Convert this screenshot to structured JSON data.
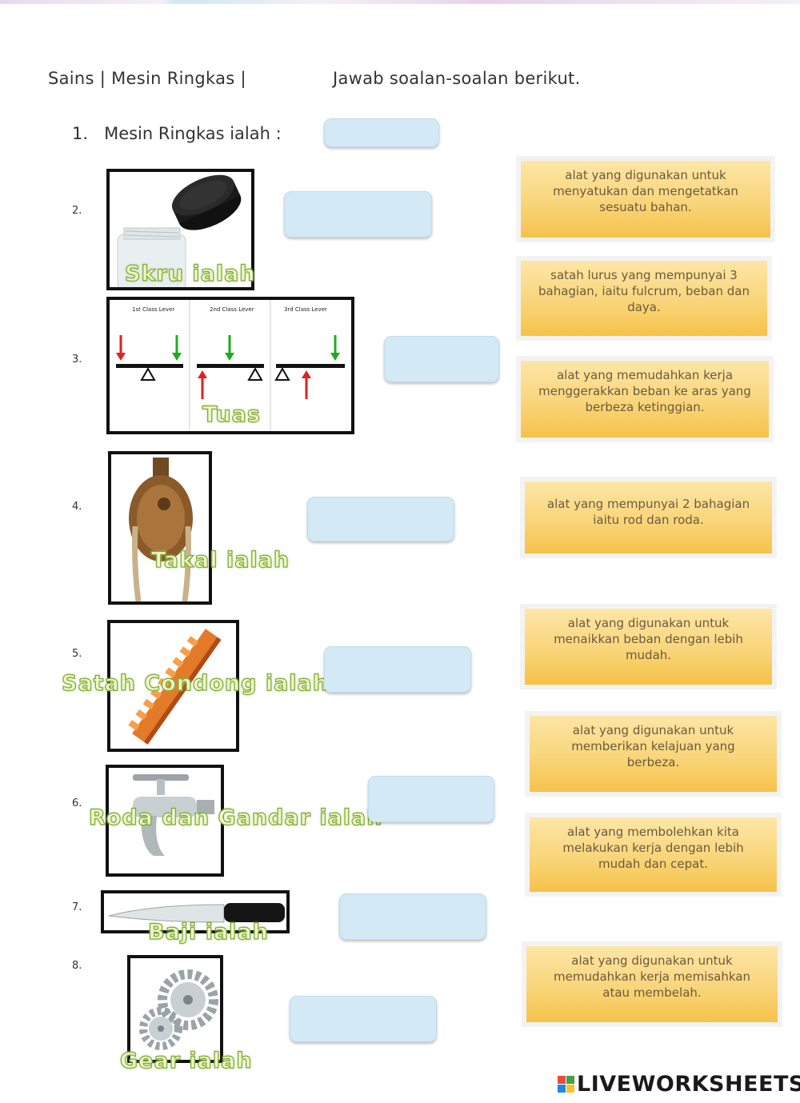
{
  "header": {
    "subject": "Sains | Mesin Ringkas |",
    "instruction": "Jawab soalan-soalan berikut."
  },
  "question1": {
    "number": "1.",
    "text": "Mesin Ringkas ialah :"
  },
  "questions": [
    {
      "number": "2.",
      "label": "Skru ialah"
    },
    {
      "number": "3.",
      "label": "Tuas",
      "lever_titles": [
        "1st Class Lever",
        "2nd Class Lever",
        "3rd Class Lever"
      ]
    },
    {
      "number": "4.",
      "label": "Takal ialah"
    },
    {
      "number": "5.",
      "label": "Satah Condong ialah"
    },
    {
      "number": "6.",
      "label": "Roda dan Gandar ialah"
    },
    {
      "number": "7.",
      "label": "Baji ialah"
    },
    {
      "number": "8.",
      "label": "Gear ialah"
    }
  ],
  "answer_cards": [
    "alat yang digunakan untuk menyatukan dan mengetatkan sesuatu bahan.",
    "satah lurus yang mempunyai 3 bahagian, iaitu fulcrum, beban dan daya.",
    "alat yang memudahkan kerja menggerakkan beban ke aras yang berbeza ketinggian.",
    "alat yang mempunyai 2 bahagian iaitu rod dan roda.",
    "alat yang digunakan untuk menaikkan beban dengan lebih mudah.",
    "alat yang digunakan untuk memberikan kelajuan yang berbeza.",
    "alat yang membolehkan kita melakukan kerja dengan lebih mudah dan cepat.",
    "alat yang digunakan untuk memudahkan kerja memisahkan atau membelah."
  ],
  "footer": {
    "brand": "LIVEWORKSHEETS"
  },
  "colors": {
    "dropbox": "#d3e9f6",
    "card": "#f9d57a",
    "label_green": "#7eaa3a"
  }
}
